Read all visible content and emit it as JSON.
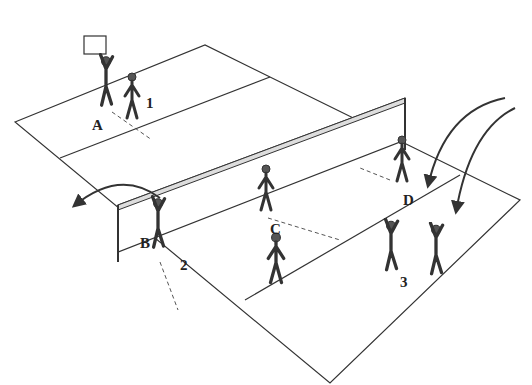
{
  "diagram": {
    "labels": [
      "A",
      "1",
      "B",
      "2",
      "C",
      "D",
      "3"
    ]
  }
}
